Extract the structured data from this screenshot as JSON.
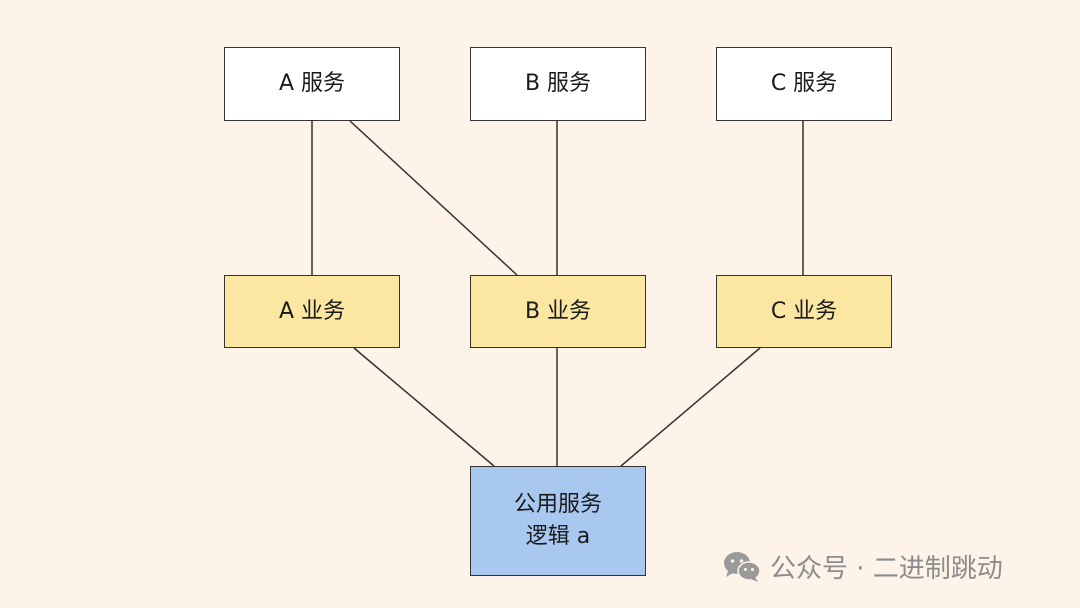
{
  "services": {
    "a": "A 服务",
    "b": "B 服务",
    "c": "C 服务"
  },
  "business": {
    "a": "A 业务",
    "b": "B 业务",
    "c": "C 业务"
  },
  "common": {
    "line1": "公用服务",
    "line2": "逻辑 a"
  },
  "watermark": {
    "text": "公众号 · 二进制跳动",
    "icon": "wechat-icon"
  },
  "colors": {
    "background": "#fdf3e8",
    "service_fill": "#ffffff",
    "business_fill": "#fbe7a1",
    "common_fill": "#a8c8f0"
  }
}
